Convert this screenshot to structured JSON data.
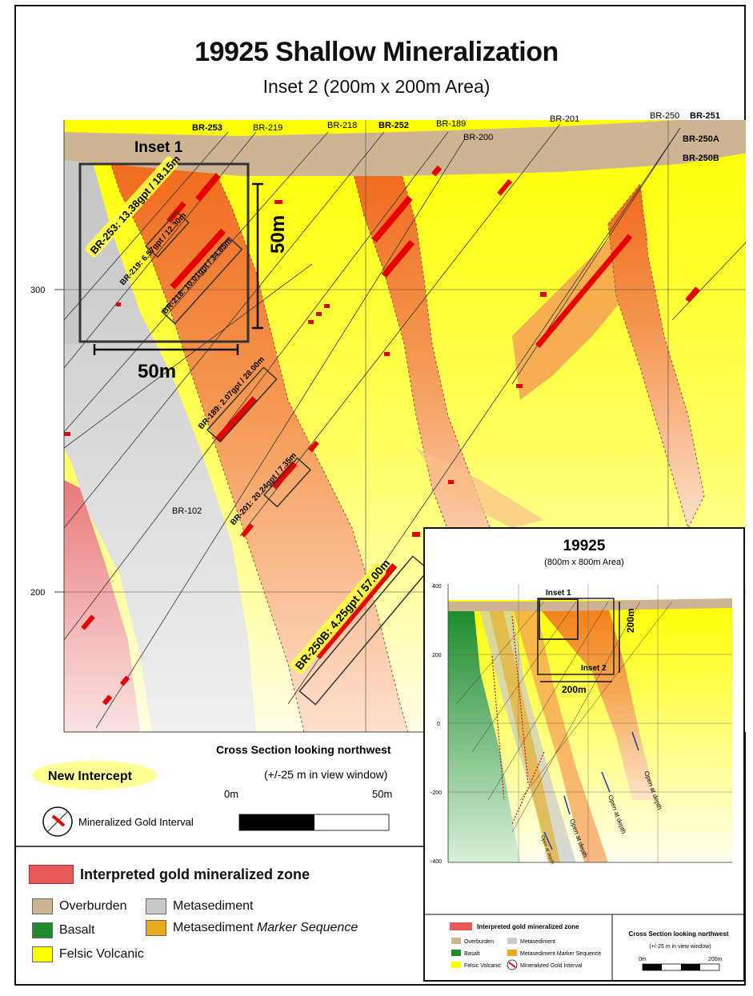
{
  "title": "19925 Shallow Mineralization",
  "subtitle": "Inset 2 (200m x 200m Area)",
  "depth_labels": [
    "300",
    "200"
  ],
  "holes": [
    {
      "name": "BR-253",
      "bold": true
    },
    {
      "name": "BR-219",
      "bold": false
    },
    {
      "name": "BR-218",
      "bold": false
    },
    {
      "name": "BR-252",
      "bold": true
    },
    {
      "name": "BR-189",
      "bold": false
    },
    {
      "name": "BR-200",
      "bold": false
    },
    {
      "name": "BR-201",
      "bold": false
    },
    {
      "name": "BR-250",
      "bold": false
    },
    {
      "name": "BR-251",
      "bold": true
    },
    {
      "name": "BR-250A",
      "bold": true
    },
    {
      "name": "BR-250B",
      "bold": true
    },
    {
      "name": "BR-102",
      "bold": false
    }
  ],
  "inset1_label": "Inset 1",
  "scale_50m_vertical": "50m",
  "scale_50m_horizontal": "50m",
  "intercepts": [
    {
      "text": "BR-253: 13.38gpt / 18.15m",
      "highlight": true
    },
    {
      "text": "BR-219: 6.57gpt / 12.30m",
      "highlight": false
    },
    {
      "text": "BR-218: 10.01gpt / 34.85m",
      "highlight": false
    },
    {
      "text": "BR-189: 2.07gpt / 28.00m",
      "highlight": false
    },
    {
      "text": "BR-201: 20.24gpt / 7.35m",
      "highlight": false
    },
    {
      "text": "BR-250B: 4.25gpt / 57.00m",
      "highlight": true
    }
  ],
  "cross_section": {
    "title": "Cross Section looking northwest",
    "window": "(+/-25 m in view window)",
    "scale_start": "0m",
    "scale_end": "50m"
  },
  "new_intercept": "New Intercept",
  "mineralized_interval": "Mineralized Gold Interval",
  "legend": {
    "zone": "Interpreted gold mineralized zone",
    "overburden": "Overburden",
    "metasediment": "Metasediment",
    "basalt": "Basalt",
    "marker_prefix": "Metasediment ",
    "marker_italic": "Marker Sequence",
    "felsic": "Felsic Volcanic"
  },
  "colors": {
    "overburden": "#cdb492",
    "metasediment": "#c9c9c9",
    "basalt": "#1f8a2e",
    "marker": "#e8a91c",
    "felsic": "#ffff00",
    "zone": "#e85a5a",
    "orange": "#f07a28"
  },
  "inset": {
    "title": "19925",
    "subtitle": "(800m x 800m Area)",
    "inset1": "Inset 1",
    "inset2": "Inset 2",
    "scale_v": "200m",
    "scale_h": "200m",
    "depths": [
      "400",
      "200",
      "0",
      "-200",
      "-400"
    ],
    "open_labels": [
      "Open at depth",
      "Open at depth",
      "Open at depth",
      "Open at depth"
    ],
    "legend_zone": "Interpreted gold mineralized zone",
    "legend_overburden": "Overburden",
    "legend_metasediment": "Metasediment",
    "legend_basalt": "Basalt",
    "legend_marker": "Metasediment Marker Sequence",
    "legend_felsic": "Felsic Volcanic",
    "legend_interval": "Mineralized Gold Interval",
    "cs_title": "Cross Section looking northwest",
    "cs_window": "(+/-25 m in view window)",
    "cs_scale_start": "0m",
    "cs_scale_end": "200m"
  }
}
